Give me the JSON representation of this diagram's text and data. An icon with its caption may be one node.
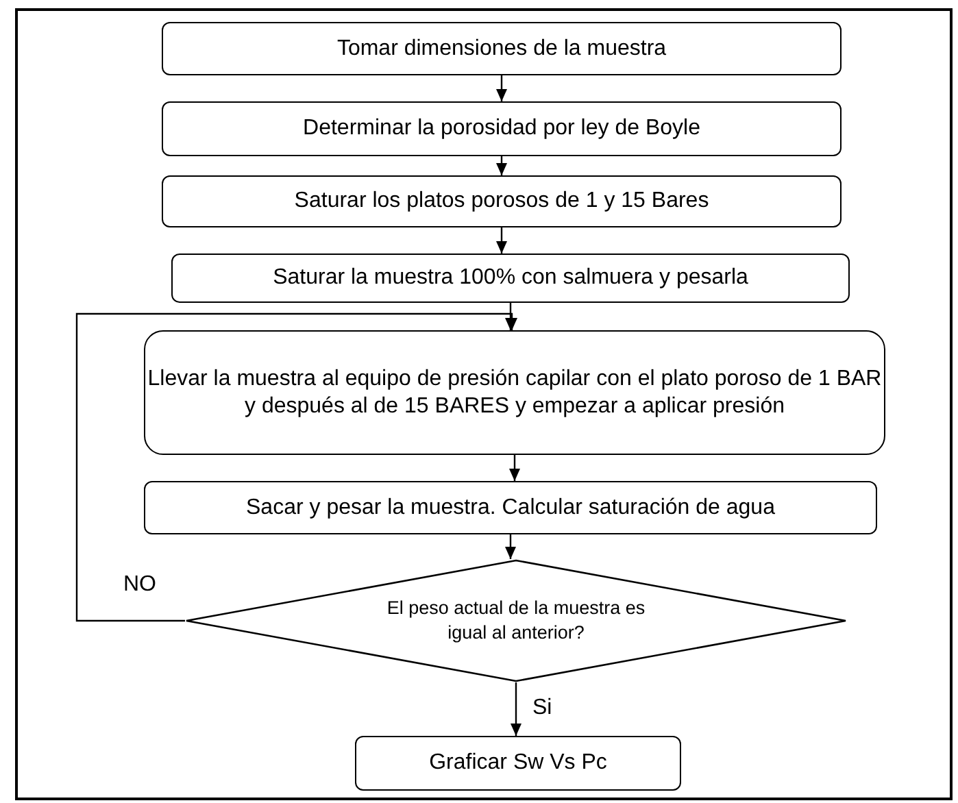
{
  "diagram": {
    "nodes": [
      {
        "text": [
          "Tomar dimensiones de la muestra"
        ]
      },
      {
        "text": [
          "Determinar la porosidad por ley de Boyle"
        ]
      },
      {
        "text": [
          "Saturar los platos porosos de 1 y 15 Bares"
        ]
      },
      {
        "text": [
          "Saturar la muestra 100% con salmuera y pesarla"
        ]
      },
      {
        "text": [
          "Llevar la muestra al equipo de presión capilar con el plato poroso de 1 BAR y  después al de 15 BARES  y empezar a aplicar presión"
        ]
      },
      {
        "text": [
          "Sacar y pesar la muestra. Calcular saturación de agua"
        ]
      },
      {
        "text": [
          "El peso actual de la muestra es igual al anterior?"
        ]
      },
      {
        "text": [
          "Graficar Sw Vs Pc"
        ]
      }
    ],
    "edges": [
      {
        "from": 0,
        "to": 1,
        "arrow": "to"
      },
      {
        "from": 1,
        "to": 2,
        "arrow": "to"
      },
      {
        "from": 2,
        "to": 3,
        "arrow": "to"
      },
      {
        "from": 3,
        "to": 4,
        "arrow": "to"
      },
      {
        "from": 4,
        "to": 5,
        "arrow": "to"
      },
      {
        "from": 5,
        "to": 6,
        "arrow": "to"
      },
      {
        "from": 6,
        "to": 7,
        "arrow": "to",
        "label": "Si"
      },
      {
        "from": 6,
        "to": 4,
        "arrow": "to",
        "label": "NO"
      }
    ]
  }
}
